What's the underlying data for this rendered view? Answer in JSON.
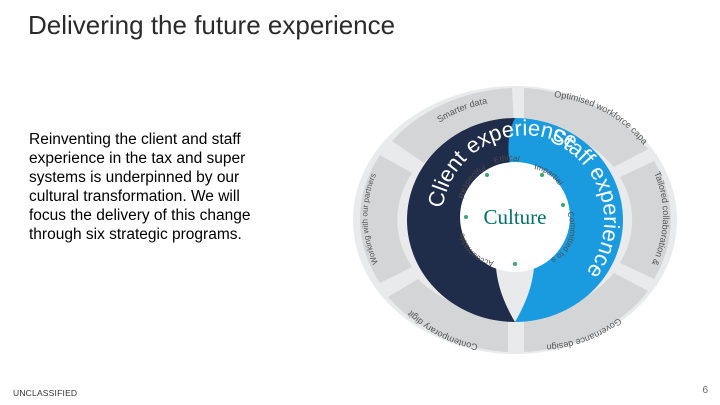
{
  "slide": {
    "title": "Delivering the future experience",
    "body": "Reinventing the client and staff experience in the tax and super systems is underpinned by our cultural transformation. We will focus the delivery of this change through six strategic programs.",
    "classification": "UNCLASSIFIED",
    "page_number": "6"
  },
  "diagram": {
    "center_label": "Culture",
    "left_half_label": "Client experience",
    "right_half_label": "Staff experience",
    "values": [
      "Ethical",
      "Impartial",
      "Committed to service",
      "Accountable",
      "Respectful"
    ],
    "programs": [
      "Smarter data",
      "Optimised workforce capability & culture",
      "Tailored collaboration & support",
      "Governance design & evolution",
      "Contemporary digital services",
      "Working with our partners in the tax and super systems"
    ],
    "colors": {
      "outer_ring": "#d9dadb",
      "left_half": "#1f2c4a",
      "right_half": "#1a9be0",
      "center": "#ffffff",
      "center_text": "#00706b",
      "value_text": "#4d4d4d",
      "dots": "#3aa36f"
    }
  }
}
